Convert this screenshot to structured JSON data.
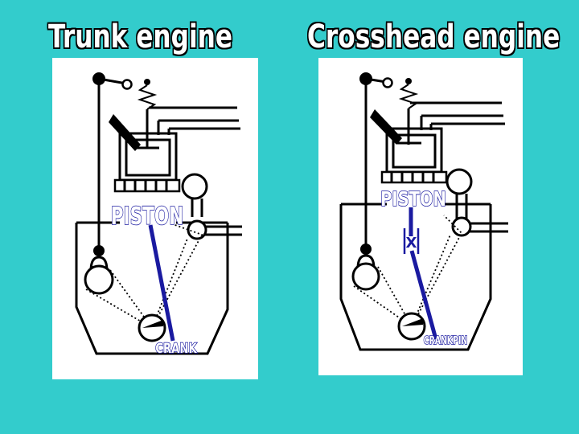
{
  "titles": {
    "trunk": "Trunk engine",
    "crosshead": "Crosshead engine"
  },
  "labels": {
    "trunk_piston": "PISTON",
    "trunk_crank": "CRANK",
    "cross_piston": "PISTON",
    "cross_crosshead_mark": "X",
    "cross_crankpin": "CRANKPIN"
  },
  "colors": {
    "background": "#33CCCC",
    "panel": "#FFFFFF",
    "linework": "#000000",
    "connecting_rod": "#1A1AA0",
    "title_text": "#FFFFFF"
  }
}
